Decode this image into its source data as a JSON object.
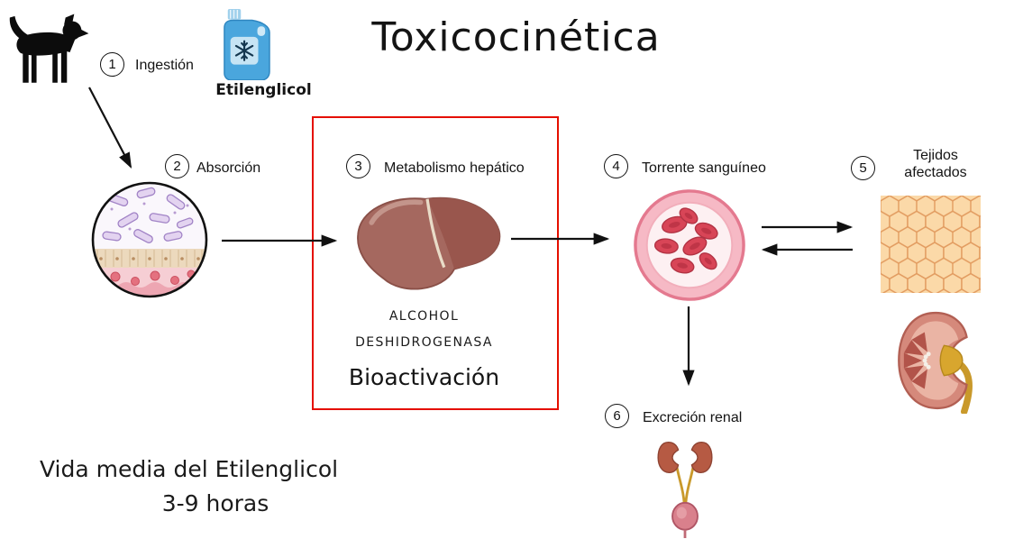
{
  "title": "Toxicocinética",
  "substance": {
    "name": "Etilenglicol"
  },
  "steps": [
    {
      "num": "1",
      "label": "Ingestión"
    },
    {
      "num": "2",
      "label": "Absorción"
    },
    {
      "num": "3",
      "label": "Metabolismo hepático"
    },
    {
      "num": "4",
      "label": "Torrente sanguíneo"
    },
    {
      "num": "5",
      "label": "Tejidos afectados"
    },
    {
      "num": "6",
      "label": "Excreción renal"
    }
  ],
  "metabolism": {
    "enzyme_line1": "ALCOHOL",
    "enzyme_line2": "DESHIDROGENASA",
    "process_label": "Bioactivación"
  },
  "footer": {
    "half_life_label": "Vida media del Etilenglicol",
    "half_life_value": "3-9 horas"
  },
  "colors": {
    "highlight_box": "#e50f00",
    "arrow": "#111111",
    "liver": "#a5685f",
    "blood_cell": "#d84557",
    "tissue": "#fbd9a8",
    "ureter_gold": "#c9992b"
  }
}
